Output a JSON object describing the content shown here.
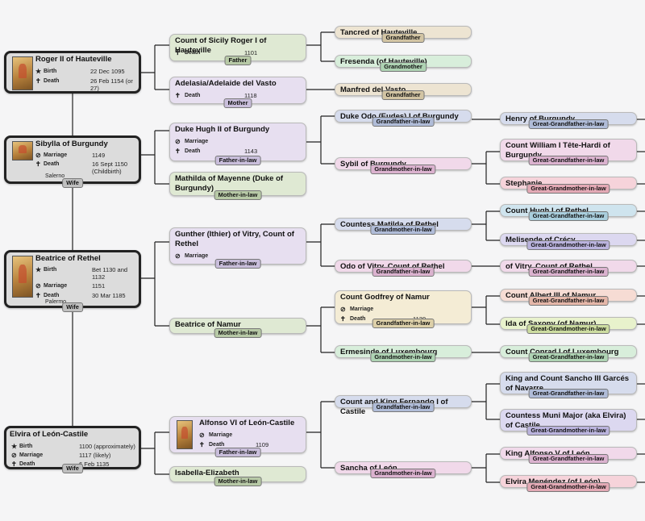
{
  "main_persons": [
    {
      "name": "Roger II of Hauteville",
      "birth": "22 Dec 1095",
      "death": "26 Feb 1154 (or 27)"
    },
    {
      "name": "Sibylla of Burgundy",
      "marriage": "1149",
      "death": "16 Sept 1150 (Childbirth)",
      "place": "Salerno",
      "relation": "Wife"
    },
    {
      "name": "Beatrice of Rethel",
      "birth": "Bet 1130 and 1132",
      "marriage": "1151",
      "death": "30 Mar 1185",
      "place": "Palermo",
      "relation": "Wife"
    },
    {
      "name": "Elvira of León-Castile",
      "birth": "1100 (approximately)",
      "marriage": "1117 (likely)",
      "death": "6 Feb 1135",
      "relation": "Wife"
    }
  ],
  "labels": {
    "birth": "Birth",
    "death": "Death",
    "marriage": "Marriage"
  },
  "generation1": [
    {
      "name": "Count of Sicily Roger I of Hauteville",
      "death": "1101",
      "relation": "Father"
    },
    {
      "name": "Adelasia/Adelaide del Vasto",
      "death": "1118",
      "relation": "Mother"
    },
    {
      "name": "Duke Hugh II of Burgundy",
      "marriage": "",
      "death": "1143",
      "relation": "Father-in-law"
    },
    {
      "name": "Mathilda of Mayenne (Duke of Burgundy)",
      "relation": "Mother-in-law"
    },
    {
      "name": "Gunther (Ithier) of Vitry, Count of Rethel",
      "marriage": "",
      "relation": "Father-in-law"
    },
    {
      "name": "Beatrice of Namur",
      "relation": "Mother-in-law"
    },
    {
      "name": "Alfonso VI of León-Castile",
      "marriage": "",
      "death": "1109",
      "relation": "Father-in-law"
    },
    {
      "name": "Isabella-Elizabeth",
      "relation": "Mother-in-law"
    }
  ],
  "generation2": [
    {
      "name": "Tancred of Hauteville",
      "relation": "Grandfather"
    },
    {
      "name": "Fresenda (of Hauteville)",
      "relation": "Grandmother"
    },
    {
      "name": "Manfred del Vasto",
      "relation": "Grandfather"
    },
    {
      "name": "Duke Odo (Eudes) I of Burgundy",
      "relation": "Grandfather-in-law"
    },
    {
      "name": "Sybil of Burgundy",
      "relation": "Grandmother-in-law"
    },
    {
      "name": "Countess Matilda of Rethel",
      "relation": "Grandmother-in-law"
    },
    {
      "name": "Odo of Vitry, Count of Rethel",
      "relation": "Grandfather-in-law"
    },
    {
      "name": "Count Godfrey of Namur",
      "marriage": "",
      "death": "1139",
      "relation": "Grandfather-in-law"
    },
    {
      "name": "Ermesinde of Luxembourg",
      "relation": "Grandmother-in-law"
    },
    {
      "name": "Count and King Fernando I of Castile",
      "relation": "Grandfather-in-law"
    },
    {
      "name": "Sancha of León",
      "relation": "Grandmother-in-law"
    }
  ],
  "generation3": [
    {
      "name": "Henry of Burgundy",
      "relation": "Great-Grandfather-in-law"
    },
    {
      "name": "Count William I Tête-Hardi of Burgundy",
      "relation": "Great-Grandfather-in-law"
    },
    {
      "name": "Stephanie",
      "relation": "Great-Grandmother-in-law"
    },
    {
      "name": "Count Hugh I of Rethel",
      "relation": "Great-Grandfather-in-law"
    },
    {
      "name": "Melisende of Crécy",
      "relation": "Great-Grandmother-in-law"
    },
    {
      "name": "of Vitry, Count of Rethel",
      "relation": "Great-Grandfather-in-law"
    },
    {
      "name": "Count Albert III of Namur",
      "relation": "Great-Grandfather-in-law"
    },
    {
      "name": "Ida of Saxony (of Namur)",
      "relation": "Great-Grandmother-in-law"
    },
    {
      "name": "Count Conrad I of Luxembourg",
      "relation": "Great-Grandfather-in-law"
    },
    {
      "name": "King and Count Sancho III Garcés of Navarre",
      "relation": "Great-Grandfather-in-law"
    },
    {
      "name": "Countess Muni Major (aka Elvira) of Castile",
      "relation": "Great-Grandmother-in-law"
    },
    {
      "name": "King Alfonso V of León",
      "relation": "Great-Grandfather-in-law"
    },
    {
      "name": "Elvira Menéndez (of León)",
      "relation": "Great-Grandmother-in-law"
    }
  ],
  "icons": {
    "birth": "star-icon",
    "death": "cross-icon",
    "marriage": "rings-icon"
  }
}
